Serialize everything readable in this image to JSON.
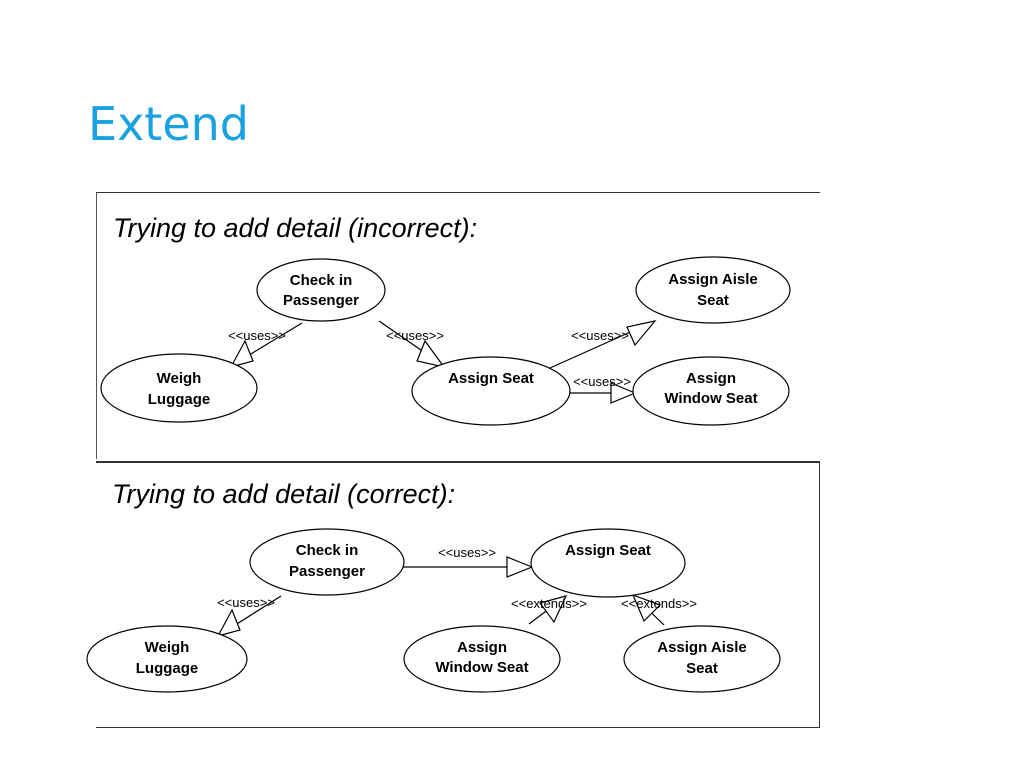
{
  "slide": {
    "title": "Extend"
  },
  "panels": {
    "incorrect": {
      "heading": "Trying to add detail (incorrect):",
      "use_cases": {
        "check_in_passenger": [
          "Check in",
          "Passenger"
        ],
        "weigh_luggage": [
          "Weigh",
          "Luggage"
        ],
        "assign_seat": [
          "Assign Seat"
        ],
        "assign_aisle_seat": [
          "Assign Aisle",
          "Seat"
        ],
        "assign_window_seat": [
          "Assign",
          "Window Seat"
        ]
      },
      "relationships": {
        "weigh_to_checkin": "<<uses>>",
        "seat_to_checkin": "<<uses>>",
        "seat_to_aisle": "<<uses>>",
        "seat_to_window": "<<uses>>"
      }
    },
    "correct": {
      "heading": "Trying to add detail (correct):",
      "use_cases": {
        "check_in_passenger": [
          "Check in",
          "Passenger"
        ],
        "weigh_luggage": [
          "Weigh",
          "Luggage"
        ],
        "assign_seat": [
          "Assign Seat"
        ],
        "assign_window_seat": [
          "Assign",
          "Window Seat"
        ],
        "assign_aisle_seat": [
          "Assign Aisle",
          "Seat"
        ]
      },
      "relationships": {
        "weigh_to_checkin": "<<uses>>",
        "checkin_to_seat": "<<uses>>",
        "window_to_seat": "<<extends>>",
        "aisle_to_seat": "<<extends>>"
      }
    }
  }
}
